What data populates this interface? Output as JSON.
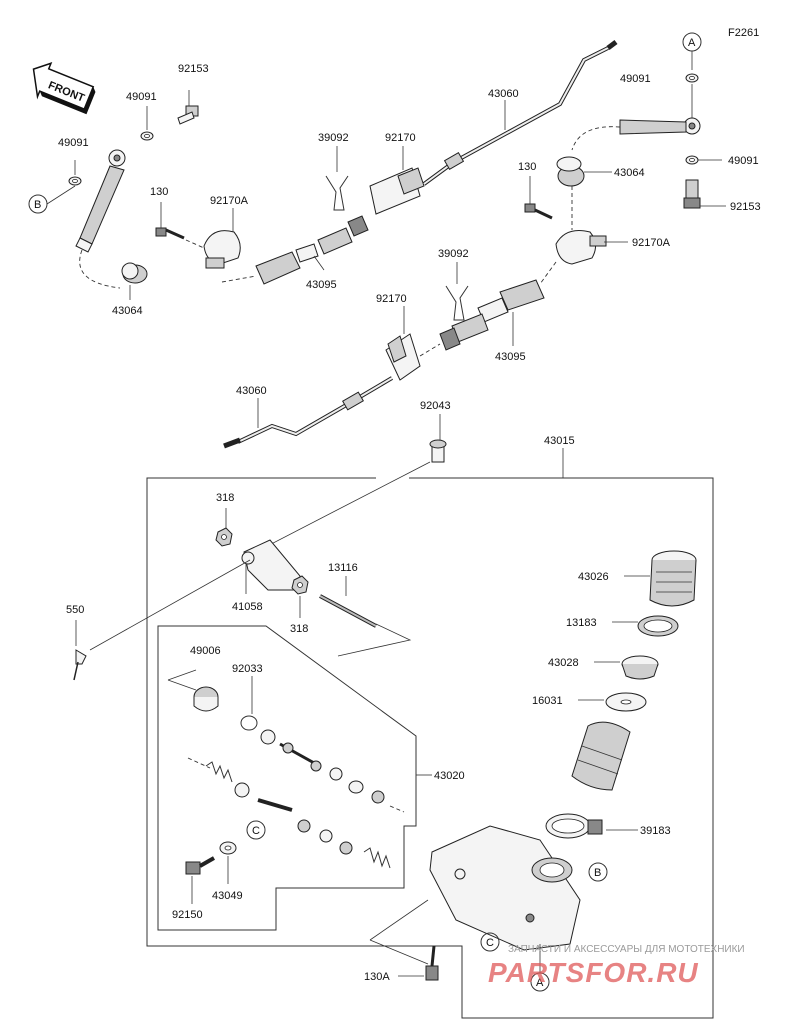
{
  "figure_code": "F2261",
  "front_label": "FRONT",
  "refs": {
    "A": "A",
    "B": "B",
    "C": "C"
  },
  "parts": {
    "p49091_left": "49091",
    "p49091_mid": "49091",
    "p92153_left": "92153",
    "p130_left": "130",
    "p92170A_left": "92170A",
    "p43064_left": "43064",
    "p39092_top": "39092",
    "p92170_top": "92170",
    "p43095_top": "43095",
    "p43060_top": "43060",
    "p130_right": "130",
    "p43064_right": "43064",
    "p49091_right_top": "49091",
    "p49091_right": "49091",
    "p92153_right": "92153",
    "p92170A_right": "92170A",
    "p39092_mid": "39092",
    "p92170_mid": "92170",
    "p43095_mid": "43095",
    "p43060_mid": "43060",
    "p92043": "92043",
    "p43015": "43015",
    "p318_top": "318",
    "p41058": "41058",
    "p318_bottom": "318",
    "p13116": "13116",
    "p550": "550",
    "p43026": "43026",
    "p13183": "13183",
    "p43028": "43028",
    "p16031": "16031",
    "p49006": "49006",
    "p92033": "92033",
    "p43020": "43020",
    "p39183": "39183",
    "p43049": "43049",
    "p92150": "92150",
    "p130A": "130A"
  },
  "watermark": {
    "line1": "ЗАПЧАСТИ И АКСЕССУАРЫ ДЛЯ МОТОТЕХНИКИ",
    "line2": "PARTSFOR.RU"
  },
  "colors": {
    "watermark_red": "#e05a5a",
    "watermark_gray": "#9a9a9a"
  }
}
